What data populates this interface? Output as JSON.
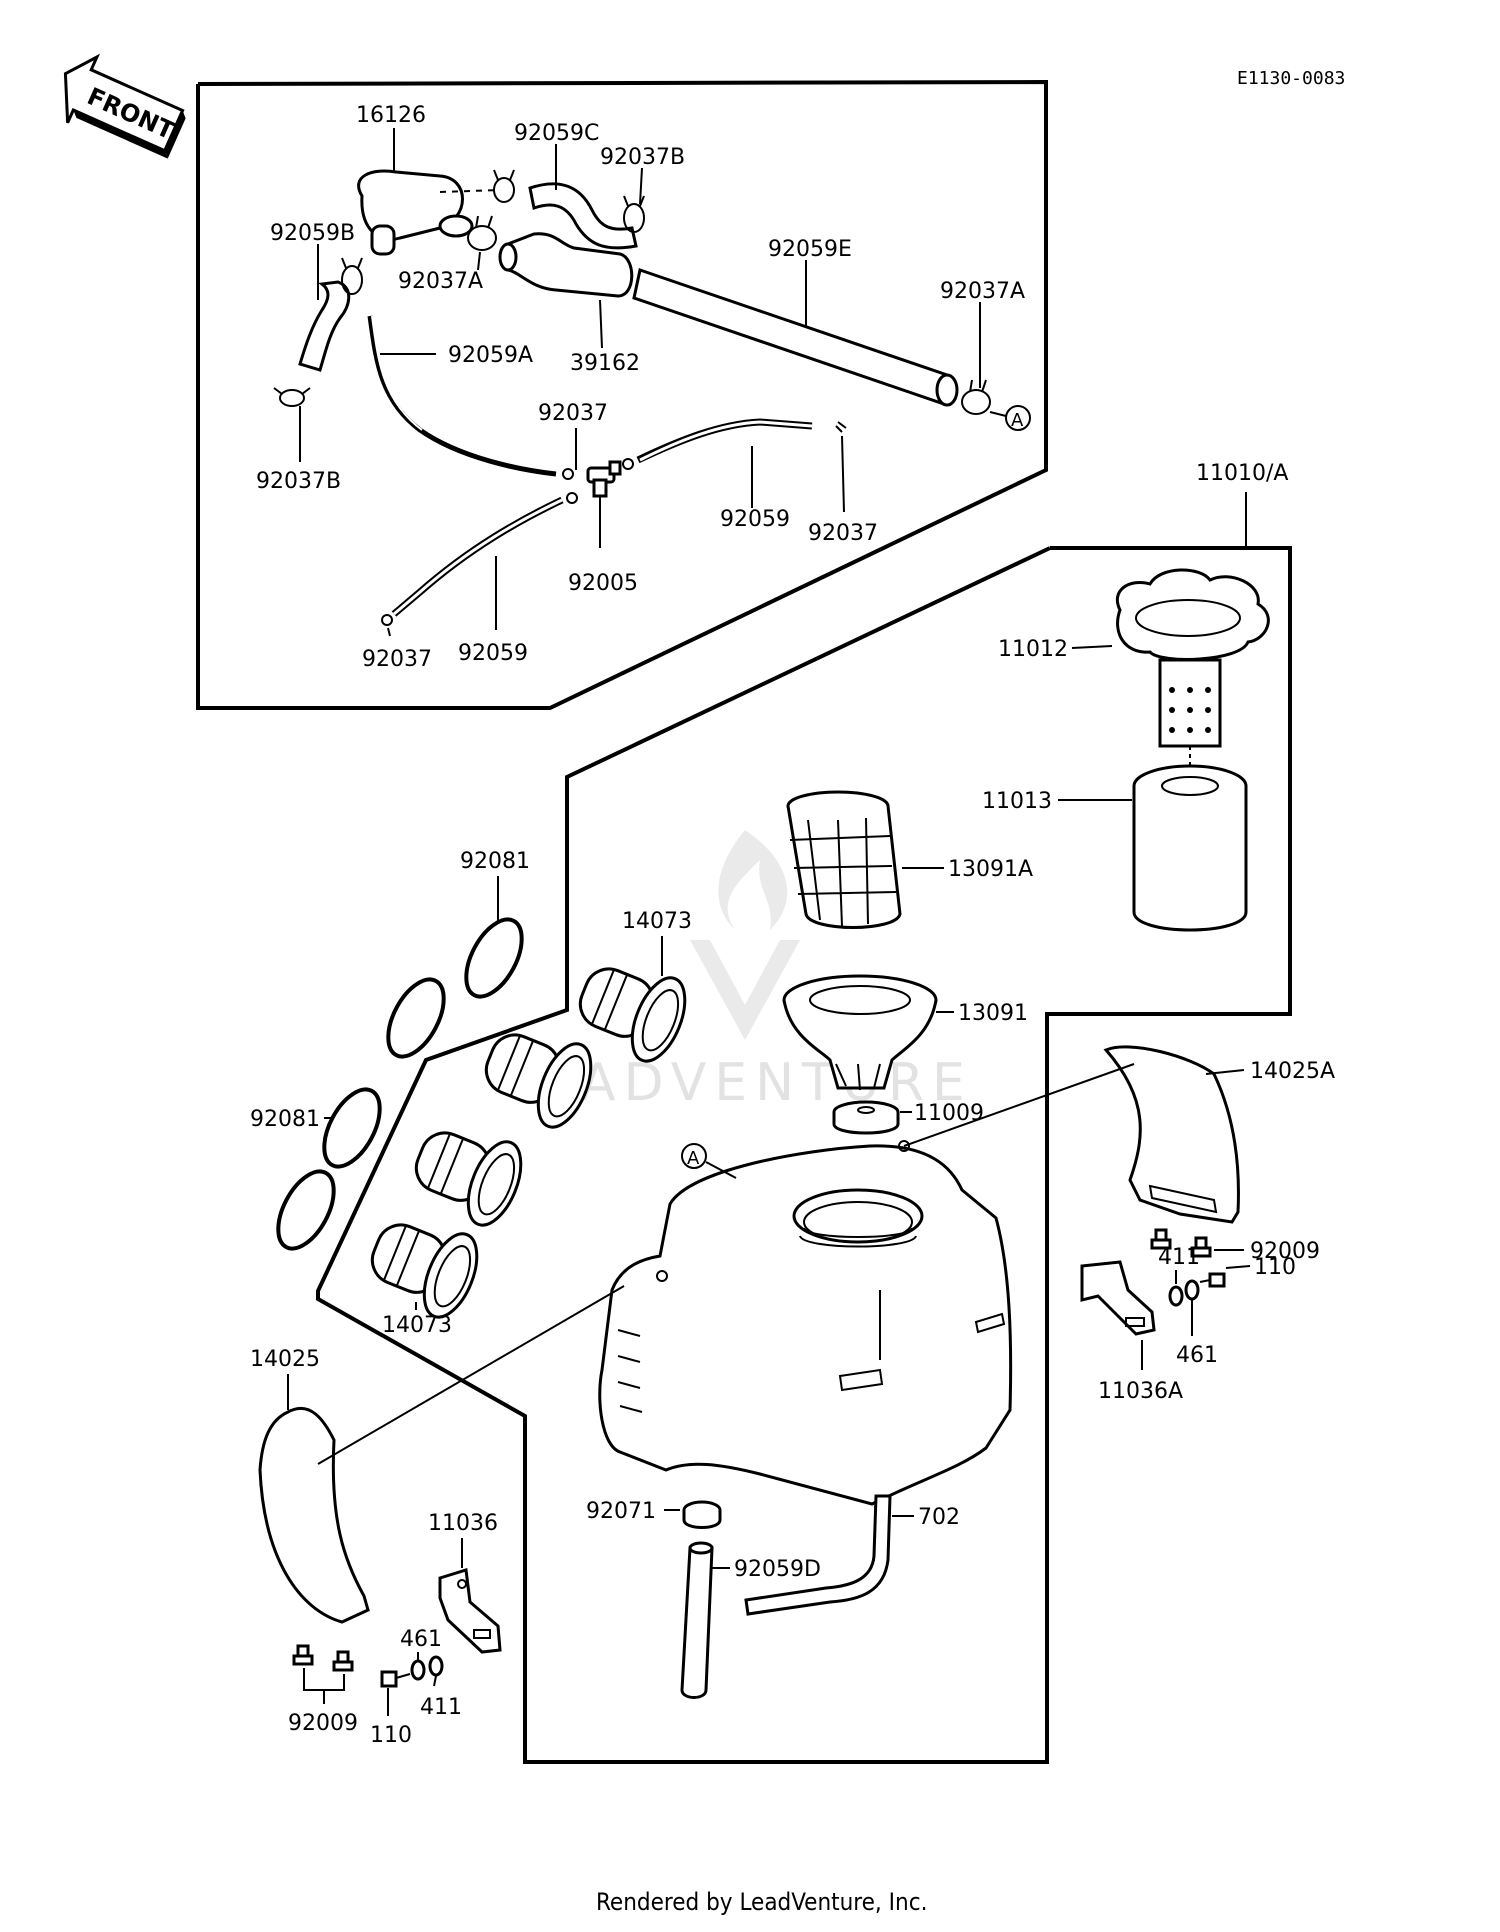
{
  "drawing_code": "E1130-0083",
  "front_label": "FRONT",
  "footer": "Rendered by LeadVenture, Inc.",
  "watermark": "ADVENTURE",
  "callouts": {
    "p16126": "16126",
    "p92059C": "92059C",
    "p92037B_top": "92037B",
    "p92059B": "92059B",
    "p92037A_mid": "92037A",
    "p92059E": "92059E",
    "p92037A_right": "92037A",
    "p39162": "39162",
    "p92059A": "92059A",
    "p92037B_left": "92037B",
    "p92037_center": "92037",
    "p92059_right": "92059",
    "p92037_right": "92037",
    "p92005": "92005",
    "p92037_bottom": "92037",
    "p92059_bottom": "92059",
    "ref_A_top": "A",
    "p11010A": "11010/A",
    "p11012": "11012",
    "p11013": "11013",
    "p13091A": "13091A",
    "p13091": "13091",
    "p11009": "11009",
    "p92081_top": "92081",
    "p92081_mid": "92081",
    "p14073_top": "14073",
    "p14073_bottom": "14073",
    "p14025A": "14025A",
    "p92009_right": "92009",
    "p411_right": "411",
    "p110_right": "110",
    "p461_right": "461",
    "p11036A": "11036A",
    "ref_A_tank": "A",
    "p14025": "14025",
    "p11036": "11036",
    "p461_left": "461",
    "p411_left": "411",
    "p92009_left": "92009",
    "p110_left": "110",
    "p92071": "92071",
    "p92059D": "92059D",
    "p702": "702"
  }
}
